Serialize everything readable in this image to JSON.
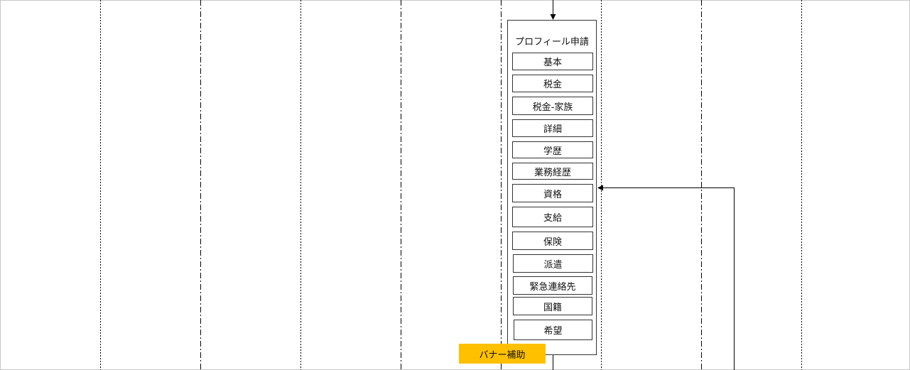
{
  "diagram": {
    "container_title": "プロフィール申請",
    "items": [
      "基本",
      "税金",
      "税金-家族",
      "詳細",
      "学歴",
      "業務経歴",
      "資格",
      "支給",
      "保険",
      "派遣",
      "緊急連絡先",
      "国籍",
      "希望"
    ],
    "banner": "バナー補助",
    "colors": {
      "banner": "#ffc000",
      "line": "#000000",
      "border": "#333333"
    }
  }
}
